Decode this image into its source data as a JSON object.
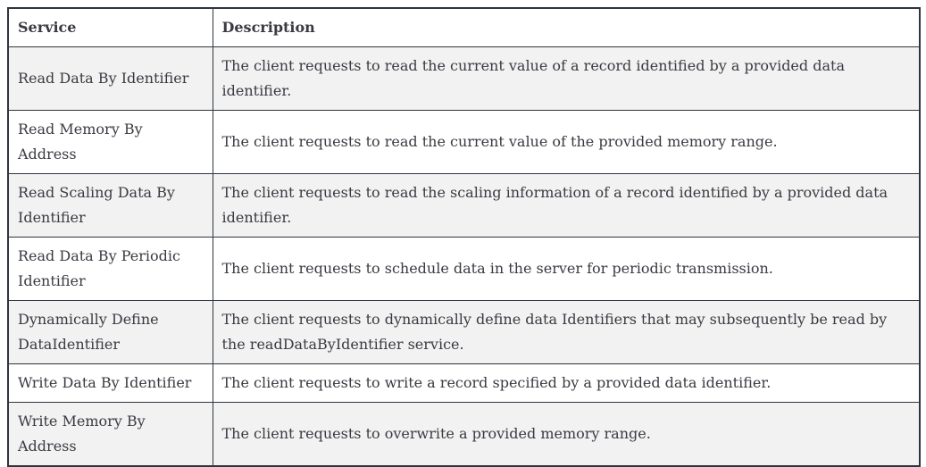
{
  "table": {
    "headers": [
      "Service",
      "Description"
    ],
    "rows": [
      {
        "service": "Read Data By Identifier",
        "description": "The client requests to read the current value of a record identified by a provided data identifier."
      },
      {
        "service": "Read Memory By Address",
        "description": "The client requests to read the current value of the provided memory range."
      },
      {
        "service": "Read Scaling Data By Identifier",
        "description": "The client requests to read the scaling information of a record identified by a provided data identifier."
      },
      {
        "service": "Read Data By Periodic Identifier",
        "description": "The client requests to schedule data in the server for periodic transmission."
      },
      {
        "service": "Dynamically Define DataIdentifier",
        "description": "The client requests to dynamically define data Identifiers that may subsequently be read by the readDataByIdentifier service."
      },
      {
        "service": "Write Data By Identifier",
        "description": "The client requests to write a record specified by a provided data identifier."
      },
      {
        "service": "Write Memory By Address",
        "description": "The client requests to overwrite a provided memory range."
      }
    ]
  },
  "colors": {
    "border": "#2f353e",
    "stripe_bg": "#f2f2f2",
    "row_bg": "#ffffff",
    "text": "#3a3a42",
    "page_bg": "#ffffff"
  }
}
